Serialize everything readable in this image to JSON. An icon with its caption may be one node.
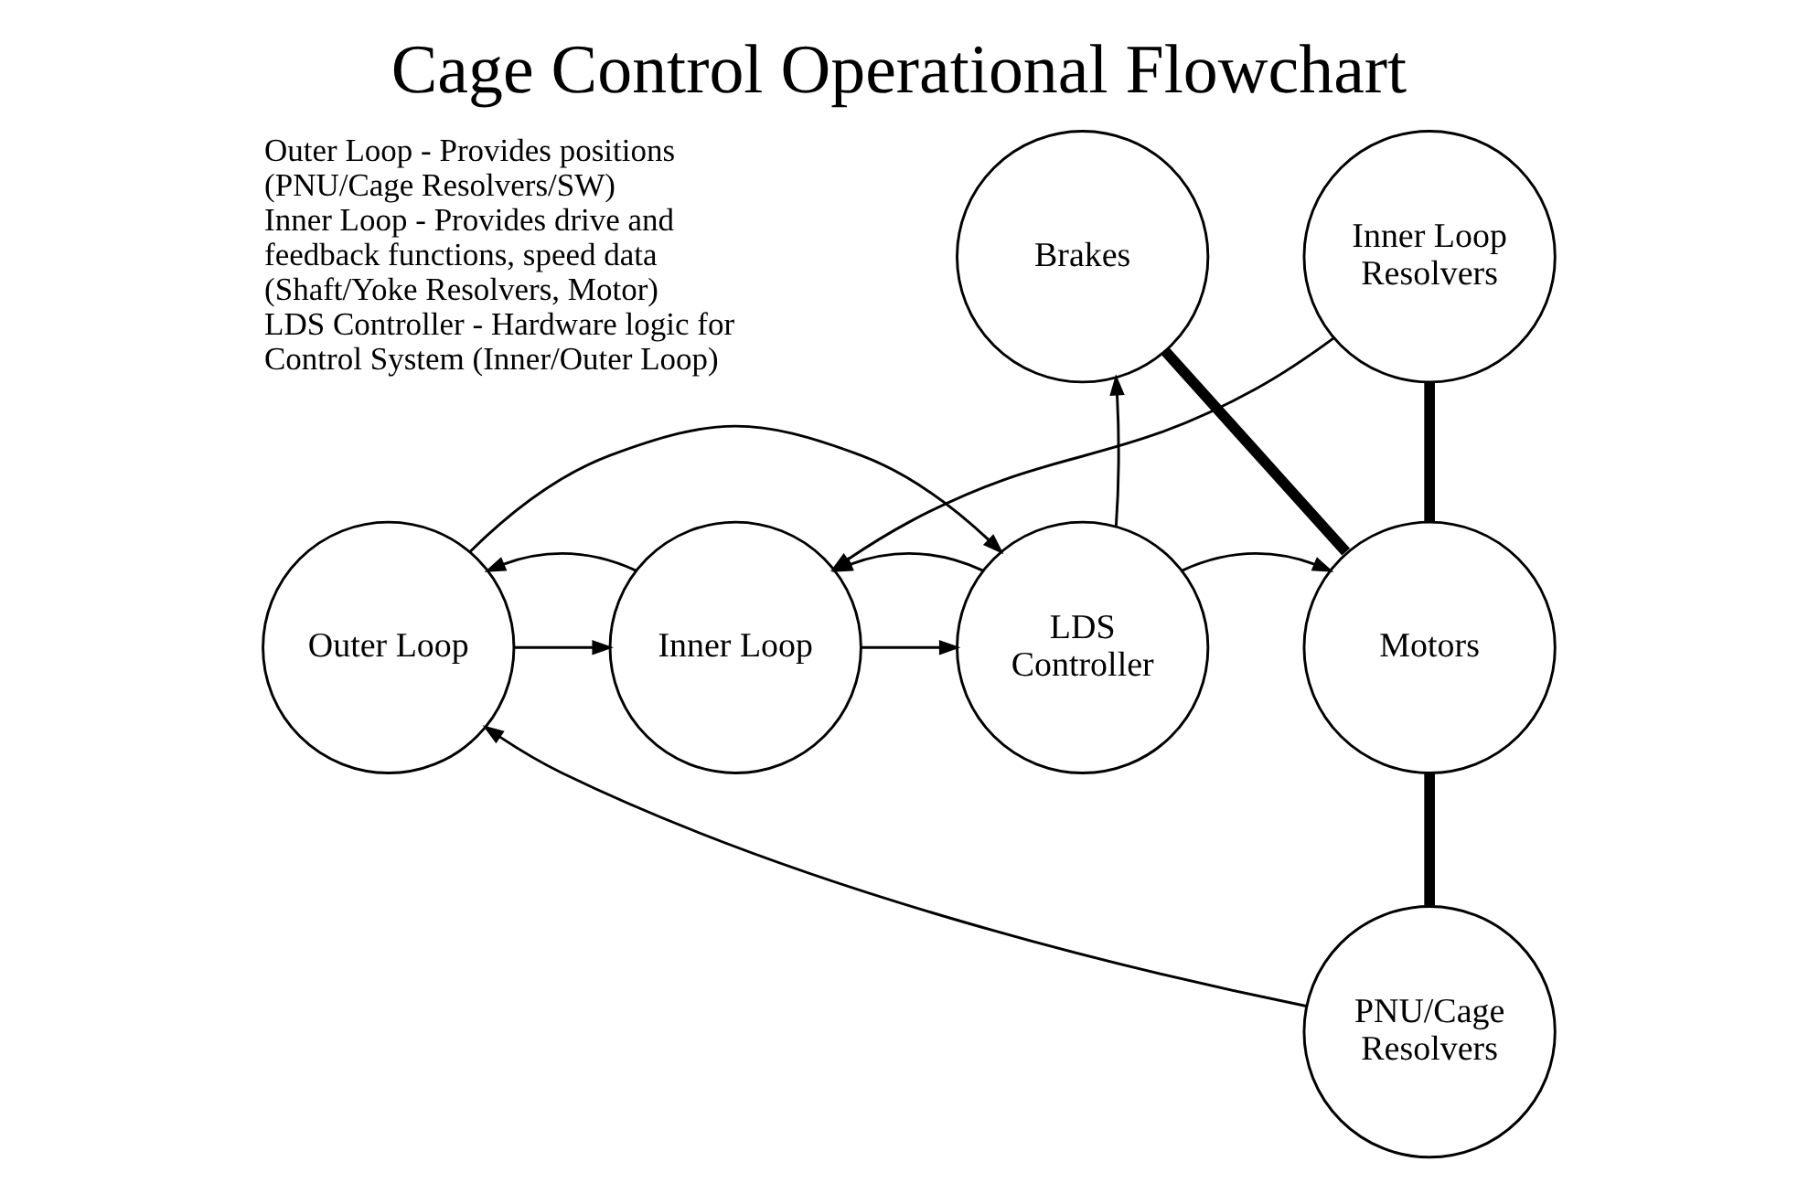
{
  "diagram": {
    "title": "Cage Control Operational Flowchart",
    "nodes": [
      {
        "text": [
          "Outer Loop"
        ]
      },
      {
        "text": [
          "Inner Loop"
        ]
      },
      {
        "text": [
          "LDS Controller"
        ]
      },
      {
        "text": [
          "Brakes"
        ]
      },
      {
        "text": [
          "Inner Loop Resolvers"
        ]
      },
      {
        "text": [
          "Motors"
        ]
      },
      {
        "text": [
          "PNU/Cage Resolvers"
        ]
      }
    ],
    "edges": [
      {
        "from": 0,
        "to": 2,
        "arrow": "to"
      },
      {
        "from": 0,
        "to": 1,
        "arrow": "to"
      },
      {
        "from": 1,
        "to": 0,
        "arrow": "to"
      },
      {
        "from": 1,
        "to": 2,
        "arrow": "to"
      },
      {
        "from": 2,
        "to": 1,
        "arrow": "to"
      },
      {
        "from": 2,
        "to": 3,
        "arrow": "to"
      },
      {
        "from": 2,
        "to": 5,
        "arrow": "to"
      },
      {
        "from": 3,
        "to": 5,
        "arrow": "none",
        "style": "thick"
      },
      {
        "from": 4,
        "to": 5,
        "arrow": "none",
        "style": "thick"
      },
      {
        "from": 5,
        "to": 6,
        "arrow": "none",
        "style": "thick"
      },
      {
        "from": 4,
        "to": 1,
        "arrow": "to"
      },
      {
        "from": 6,
        "to": 0,
        "arrow": "to"
      }
    ],
    "labels": [
      "Outer Loop - Provides positions (PNU/Cage Resolvers/SW)",
      "Inner Loop - Provides drive and feedback functions, speed data (Shaft/Yoke Resolvers, Motor)",
      "LDS Controller - Hardware logic for Control System (Inner/Outer Loop)"
    ]
  }
}
